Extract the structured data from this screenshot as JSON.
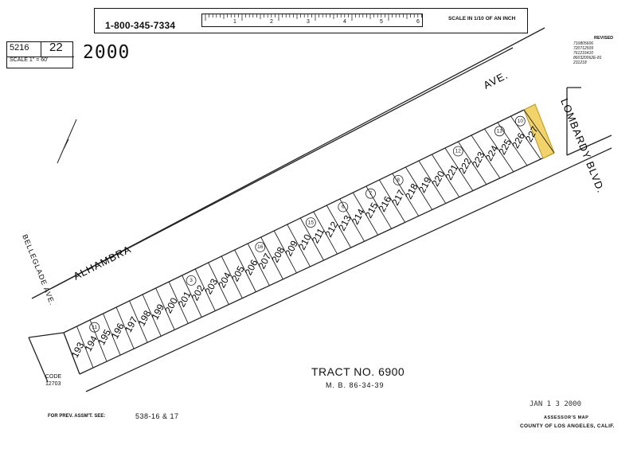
{
  "header": {
    "phone": "1-800-345-7334",
    "ruler_numbers": [
      "1",
      "2",
      "3",
      "4",
      "5",
      "6"
    ],
    "scale_note": "SCALE IN 1/10 OF AN INCH"
  },
  "map_id": {
    "book": "5216",
    "page": "22",
    "scale": "SCALE 1\" = 60'",
    "year": "2000"
  },
  "revised": {
    "label": "REVISED",
    "entries": [
      "710805606",
      "720712509",
      "761216410",
      "860320062E-81",
      "231218"
    ]
  },
  "streets": {
    "alhambra": "ALHAMBRA",
    "ave": "AVE.",
    "lombardy": "LOMBARDY BLVD.",
    "bellglade": "BELLEGLADE AVE."
  },
  "lots": [
    "193",
    "194",
    "195",
    "196",
    "197",
    "198",
    "199",
    "200",
    "201",
    "202",
    "203",
    "204",
    "205",
    "206",
    "207",
    "208",
    "209",
    "210",
    "211",
    "212",
    "213",
    "214",
    "215",
    "216",
    "217",
    "218",
    "219",
    "220",
    "221",
    "222",
    "223",
    "224",
    "225",
    "226",
    "227"
  ],
  "highlighted_lot": "227",
  "parcel_circles": [
    "11",
    "3",
    "16",
    "15",
    "6",
    "7",
    "8",
    "12",
    "13",
    "10"
  ],
  "tract": {
    "title": "TRACT NO. 6900",
    "mb": "M. B. 86-34-39"
  },
  "code": {
    "label": "CODE",
    "value": "12703"
  },
  "prev_assessment": {
    "label": "FOR PREV. ASSM'T. SEE:",
    "value": "538-16 & 17"
  },
  "stamp": "JAN 1 3 2000",
  "footer": {
    "assessor": "ASSESSOR'S MAP",
    "county": "COUNTY OF LOS ANGELES, CALIF."
  },
  "colors": {
    "highlight": "#f2d26a",
    "line": "#222222"
  }
}
